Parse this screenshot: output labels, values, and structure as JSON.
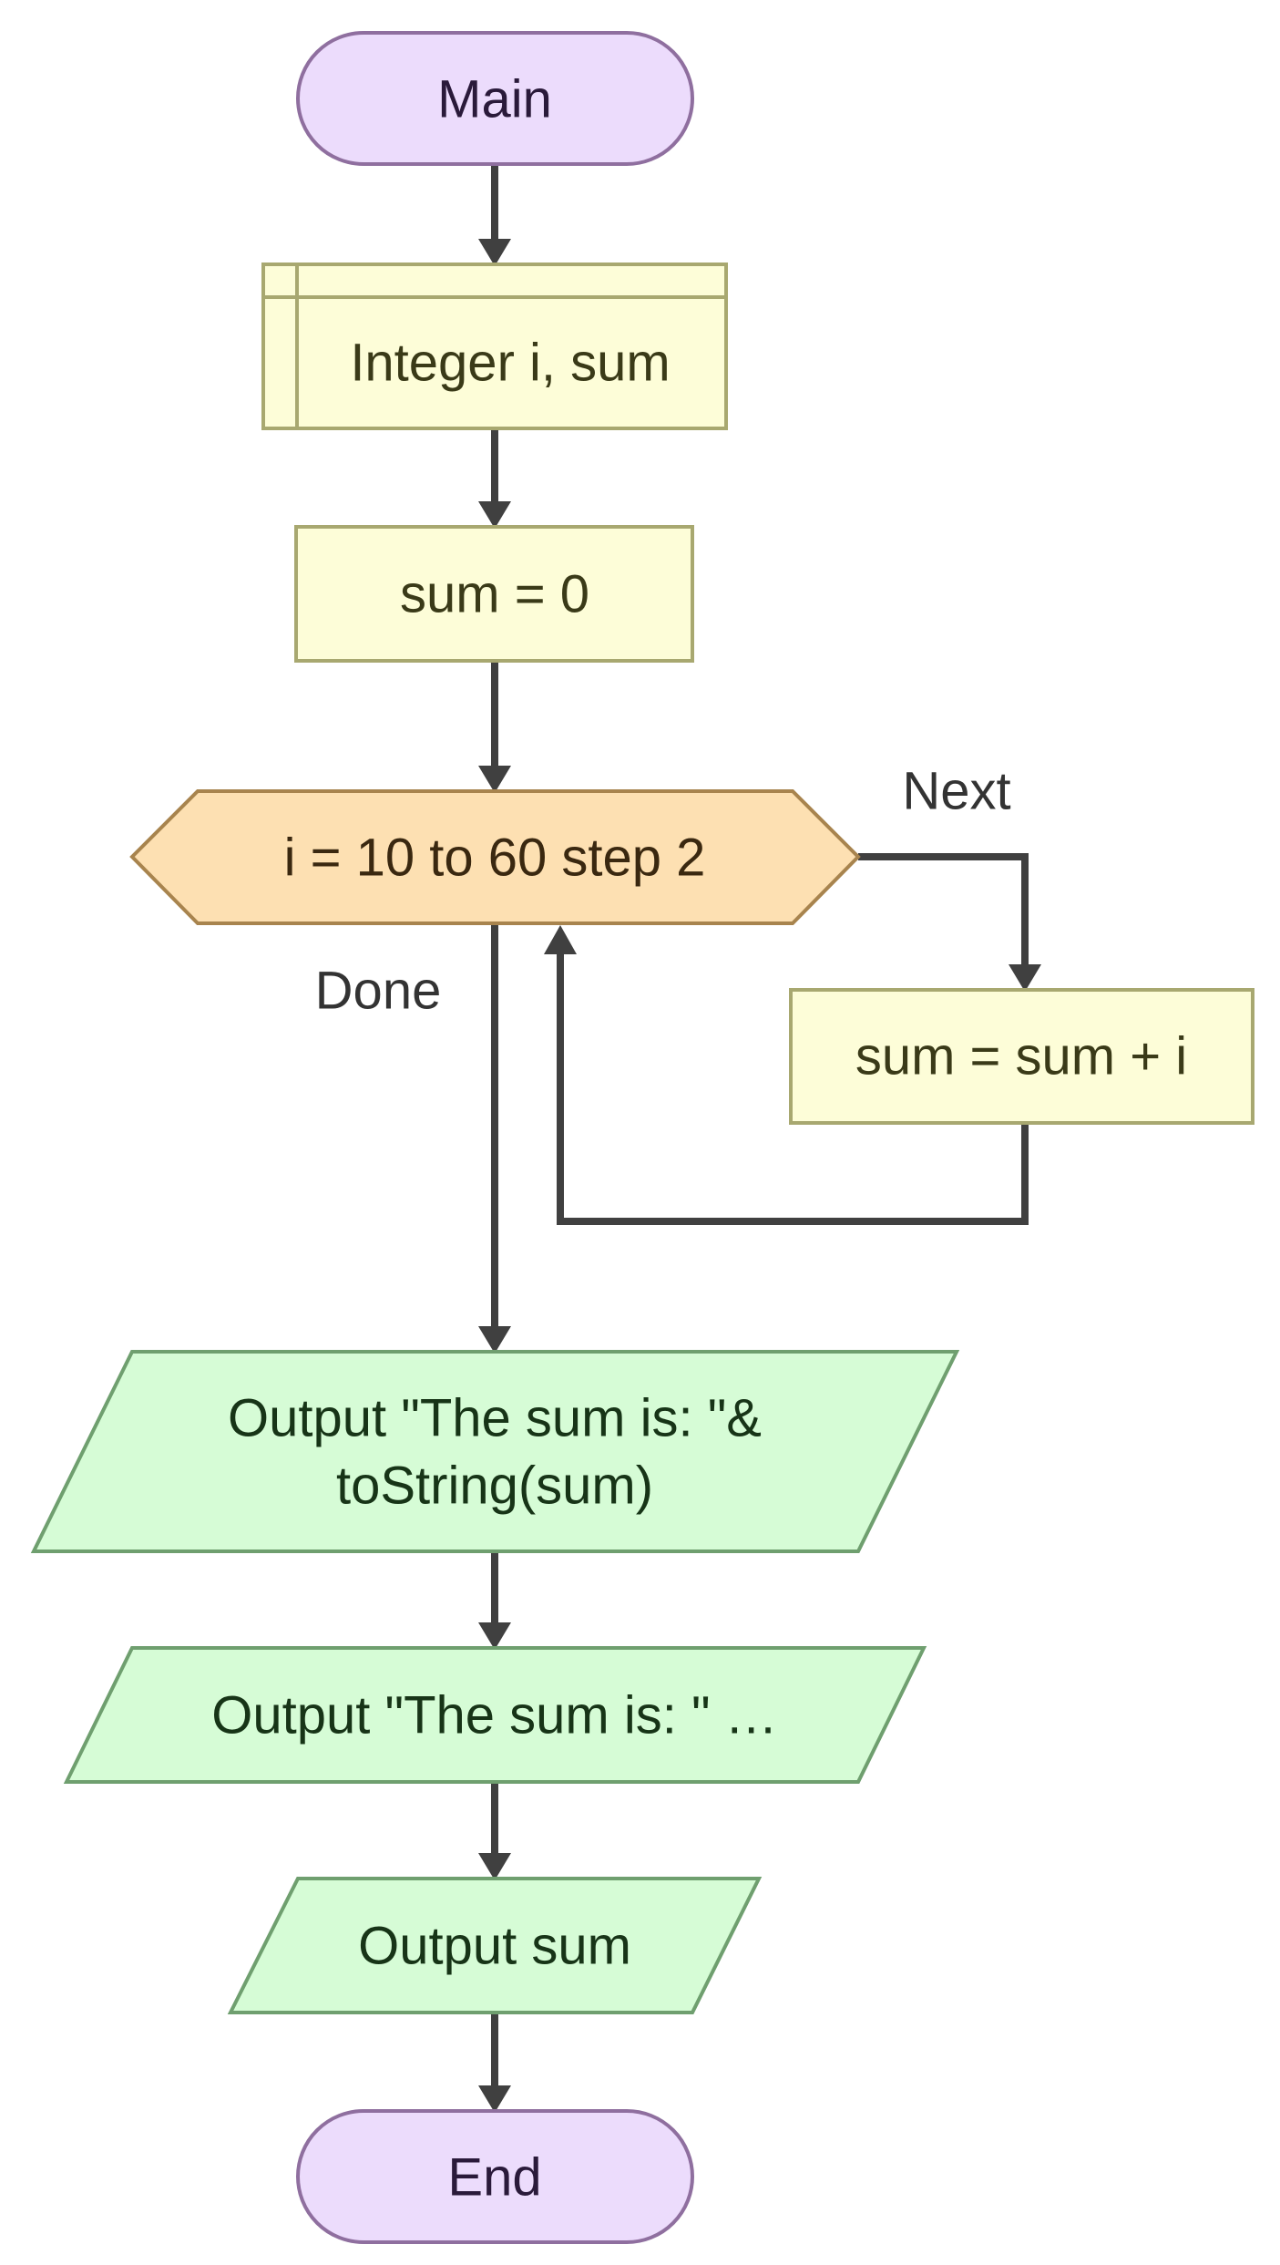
{
  "colors": {
    "terminal_fill": "#ecdcfc",
    "terminal_stroke": "#8f6f9f",
    "terminal_text": "#2a1a3a",
    "process_fill": "#fdfdd8",
    "process_stroke": "#a8a870",
    "process_text": "#3a3a18",
    "loop_fill": "#fde0b2",
    "loop_stroke": "#a8844e",
    "loop_text": "#3a2810",
    "io_fill": "#d6fcd6",
    "io_stroke": "#6f9f6f",
    "io_text": "#173417",
    "edge": "#404040"
  },
  "nodes": {
    "start": {
      "label": "Main",
      "shape": "terminal"
    },
    "declare": {
      "label": "Integer i, sum",
      "shape": "declaration"
    },
    "assign": {
      "label": "sum = 0",
      "shape": "process"
    },
    "loop": {
      "label": "i = 10 to 60 step 2",
      "shape": "loop"
    },
    "body": {
      "label": "sum = sum + i",
      "shape": "process"
    },
    "output1": {
      "label_line1": "Output \"The sum is: \"&",
      "label_line2": "toString(sum)",
      "shape": "io"
    },
    "output2": {
      "label": "Output \"The sum is: \" …",
      "shape": "io"
    },
    "output3": {
      "label": "Output sum",
      "shape": "io"
    },
    "end": {
      "label": "End",
      "shape": "terminal"
    }
  },
  "edge_labels": {
    "next": "Next",
    "done": "Done"
  }
}
